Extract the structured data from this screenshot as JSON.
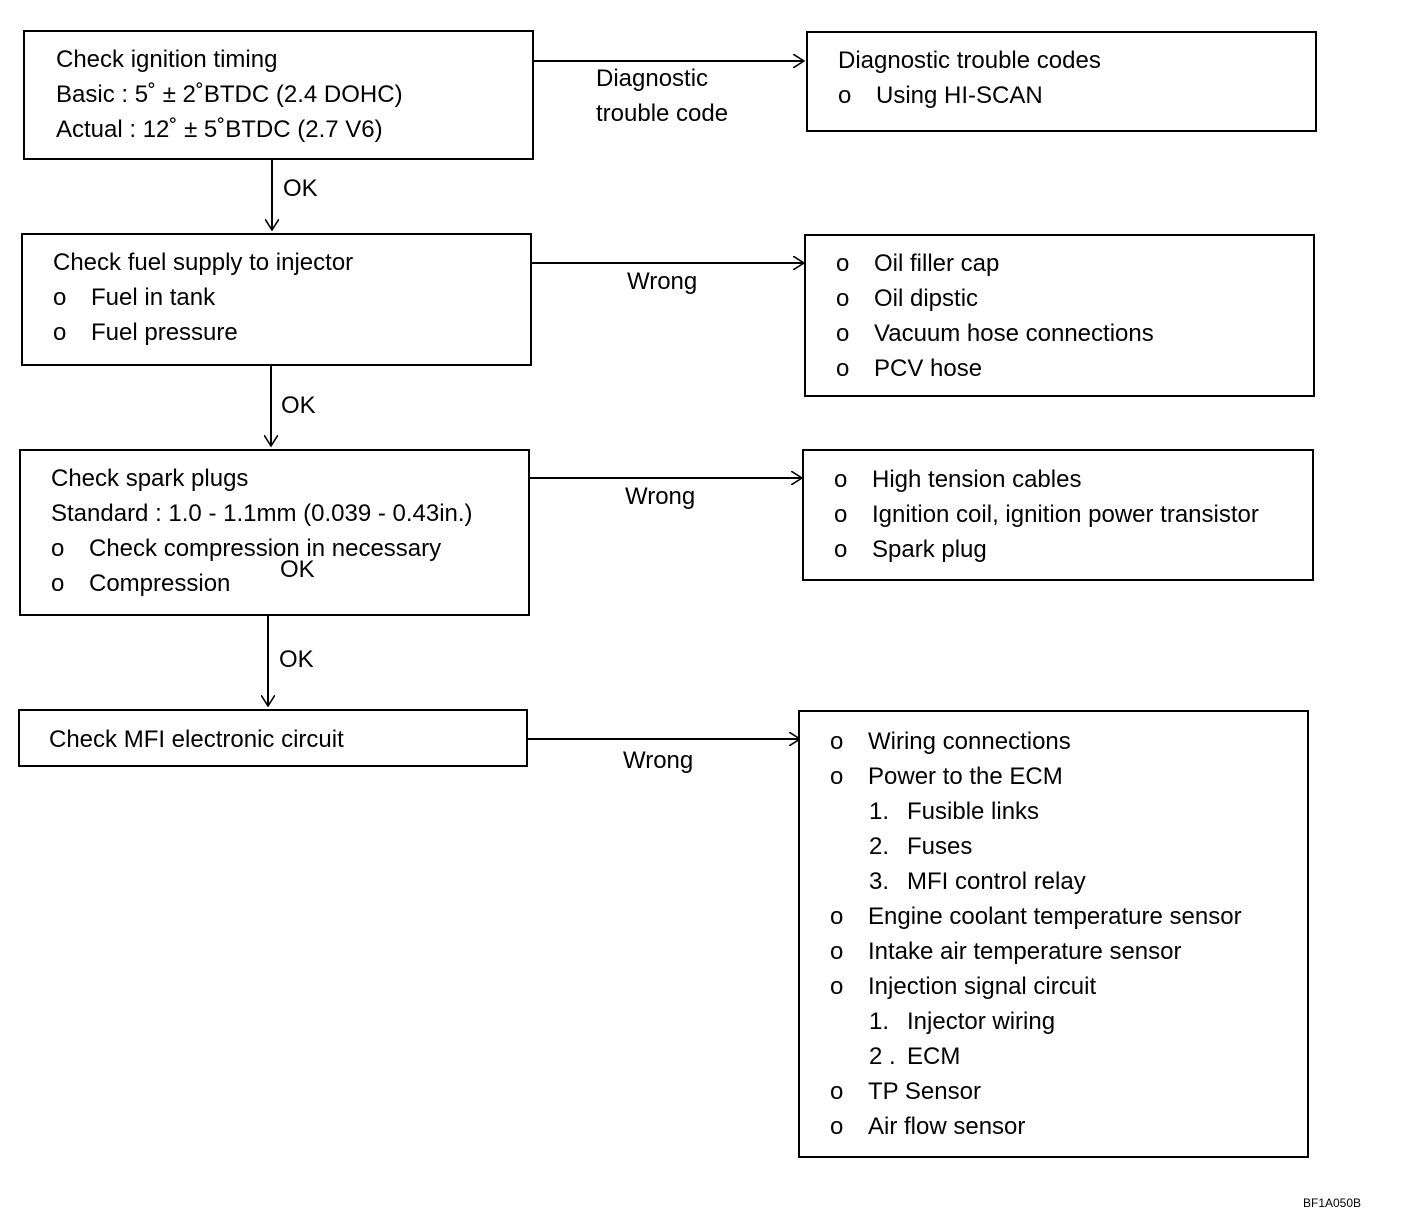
{
  "box1": {
    "lines": [
      "Check ignition timing",
      "Basic : 5˚ ± 2˚BTDC (2.4 DOHC)",
      "Actual : 12˚ ± 5˚BTDC (2.7 V6)"
    ]
  },
  "box1_right": {
    "title": "Diagnostic trouble codes",
    "items": [
      "Using HI-SCAN"
    ]
  },
  "label_dtc": [
    "Diagnostic",
    "trouble code"
  ],
  "box2": {
    "title": "Check fuel supply to injector",
    "items": [
      "Fuel in tank",
      "Fuel pressure"
    ]
  },
  "box2_right": {
    "items": [
      "Oil filler cap",
      "Oil dipstic",
      "Vacuum hose connections",
      "PCV hose"
    ]
  },
  "box3": {
    "title": "Check spark plugs",
    "standard": "Standard : 1.0 - 1.1mm (0.039 - 0.43in.)",
    "items": [
      "Check compression in necessary",
      "Compression"
    ]
  },
  "box3_right": {
    "items": [
      "High tension cables",
      "Ignition coil, ignition power transistor",
      "Spark plug"
    ]
  },
  "box4": {
    "title": "Check MFI electronic circuit"
  },
  "box4_right": {
    "items": [
      "Wiring connections",
      "Power to the ECM"
    ],
    "power_sub": [
      "Fusible links",
      "Fuses",
      "MFI control relay"
    ],
    "items2": [
      "Engine coolant temperature sensor",
      "Intake air temperature sensor",
      "Injection signal circuit"
    ],
    "injection_sub": [
      "Injector wiring",
      "ECM"
    ],
    "items3": [
      "TP Sensor",
      "Air flow sensor"
    ]
  },
  "bullet": "o",
  "numbers": {
    "power": [
      "1.",
      "2.",
      "3."
    ],
    "injection": [
      "1.",
      "2 ."
    ]
  },
  "labels": {
    "ok": "OK",
    "wrong": "Wrong"
  },
  "figure_code": "BF1A050B"
}
